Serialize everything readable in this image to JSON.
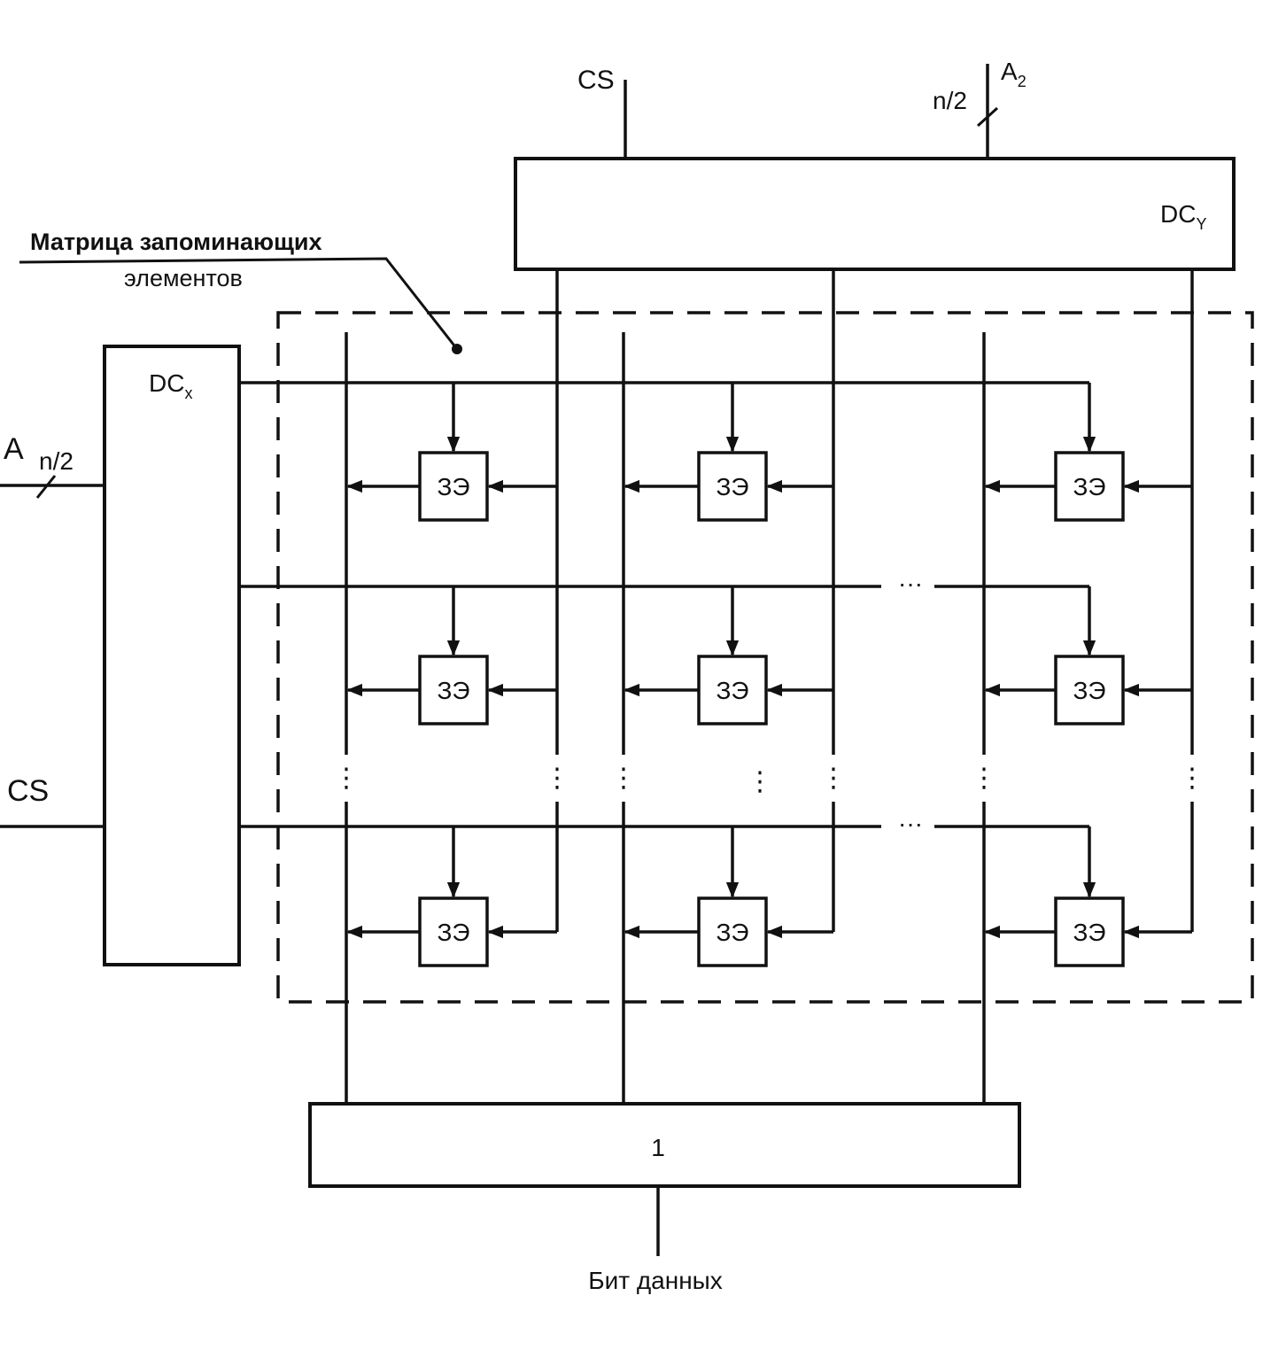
{
  "labels": {
    "cs_top": "CS",
    "n2_top": "n/2",
    "a2_main": "A",
    "a2_sub": "2",
    "dcy_main": "DC",
    "dcy_sub": "Y",
    "dcx_main": "DC",
    "dcx_sub": "x",
    "a_left": "A",
    "n2_left": "n/2",
    "cs_left": "CS",
    "matrix_line1": "Матрица запоминающих",
    "matrix_line2": "элементов",
    "or_gate": "1",
    "output": "Бит данных",
    "cell": "ЗЭ",
    "ellipsis_h": "···",
    "ellipsis_v": "⋮"
  },
  "colors": {
    "stroke": "#111111",
    "background": "#ffffff"
  }
}
